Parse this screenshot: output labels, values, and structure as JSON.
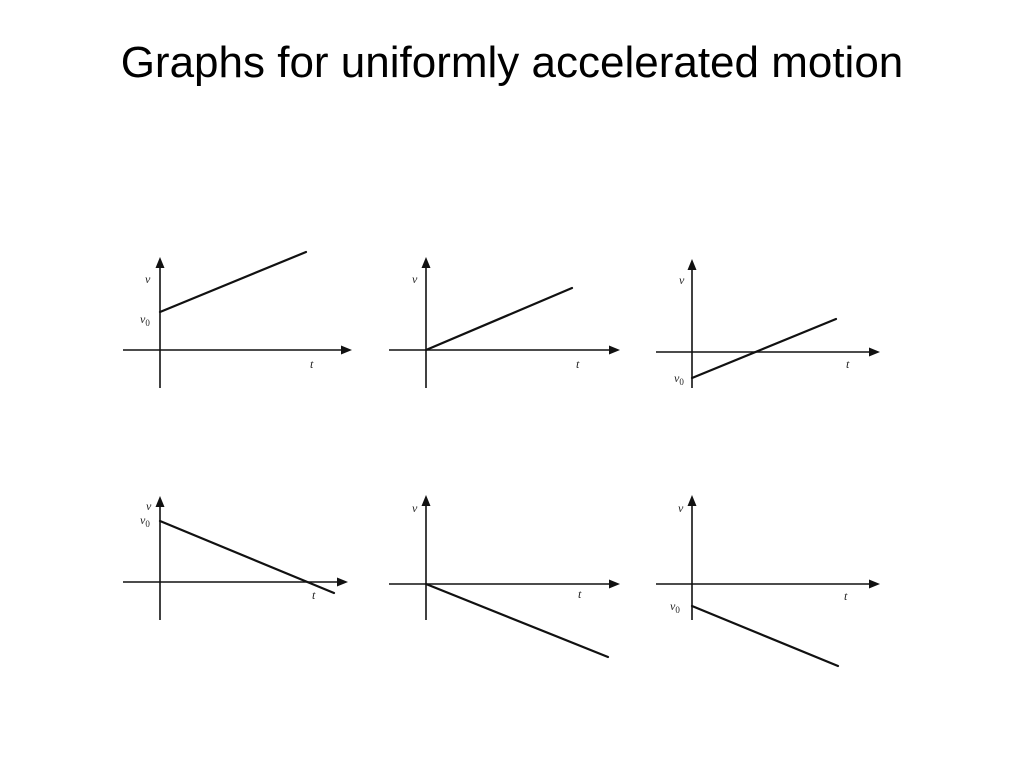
{
  "title": "Graphs for uniformly accelerated motion",
  "axes": {
    "vertical_label": "v",
    "horizontal_label": "t",
    "initial_label_base": "v",
    "initial_label_subscript": "0"
  },
  "graphs": [
    {
      "row": 1,
      "column": 1,
      "initial_velocity": "positive",
      "slope": "positive",
      "shows_v0": true
    },
    {
      "row": 1,
      "column": 2,
      "initial_velocity": "zero",
      "slope": "positive",
      "shows_v0": false
    },
    {
      "row": 1,
      "column": 3,
      "initial_velocity": "negative",
      "slope": "positive",
      "shows_v0": true
    },
    {
      "row": 2,
      "column": 1,
      "initial_velocity": "positive",
      "slope": "negative",
      "shows_v0": true
    },
    {
      "row": 2,
      "column": 2,
      "initial_velocity": "zero",
      "slope": "negative",
      "shows_v0": false
    },
    {
      "row": 2,
      "column": 3,
      "initial_velocity": "negative",
      "slope": "negative",
      "shows_v0": true
    }
  ],
  "colors": {
    "ink": "#111111",
    "background": "#ffffff"
  }
}
